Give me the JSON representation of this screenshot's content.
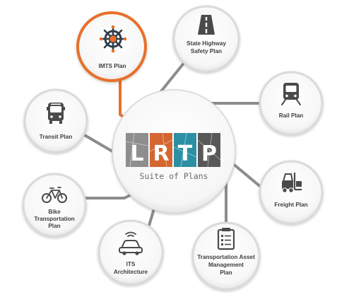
{
  "center": {
    "letters": [
      "L",
      "R",
      "T",
      "P"
    ],
    "subtitle": "Suite of Plans"
  },
  "nodes": [
    {
      "id": "imts",
      "lines": [
        "IMTS Plan"
      ],
      "icon": "ships-wheel-icon",
      "highlight": true
    },
    {
      "id": "highway",
      "lines": [
        "State Highway",
        "Safety Plan"
      ],
      "icon": "road-icon",
      "highlight": false
    },
    {
      "id": "rail",
      "lines": [
        "Rail Plan"
      ],
      "icon": "train-icon",
      "highlight": false
    },
    {
      "id": "freight",
      "lines": [
        "Freight Plan"
      ],
      "icon": "forklift-icon",
      "highlight": false
    },
    {
      "id": "asset",
      "lines": [
        "Transportation Asset",
        "Management",
        "Plan"
      ],
      "icon": "clipboard-checklist-icon",
      "highlight": false
    },
    {
      "id": "its",
      "lines": [
        "ITS",
        "Architecture"
      ],
      "icon": "connected-car-icon",
      "highlight": false
    },
    {
      "id": "bike",
      "lines": [
        "Bike",
        "Transportation",
        "Plan"
      ],
      "icon": "bicycle-icon",
      "highlight": false
    },
    {
      "id": "transit",
      "lines": [
        "Transit Plan"
      ],
      "icon": "bus-icon",
      "highlight": false
    }
  ],
  "colors": {
    "highlight": "#e8702a",
    "connector": "#8c8c8c",
    "node_ring": "#dadada",
    "icon": "#4a4a4a",
    "letter_l": "#8e8e8e",
    "letter_r": "#d4662f",
    "letter_t": "#2c8fa3",
    "letter_p": "#585858"
  }
}
